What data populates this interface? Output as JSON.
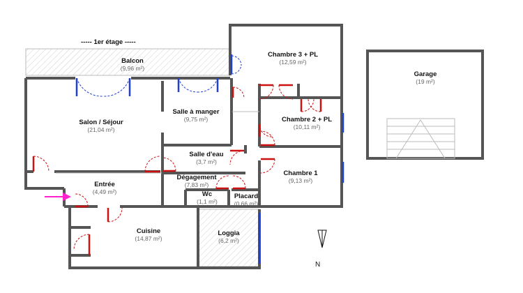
{
  "floor_title": "-----  1er étage  -----",
  "north_label": "N",
  "colors": {
    "wall": "#444444",
    "window": "#1f3fd6",
    "door": "#cc1111",
    "arrow": "#ff22cc",
    "hatch": "#cccccc"
  },
  "rooms": {
    "balcon": {
      "name": "Balcon",
      "area": "(9,96 m²)"
    },
    "chambre3": {
      "name": "Chambre 3 + PL",
      "area": "(12,59 m²)"
    },
    "garage": {
      "name": "Garage",
      "area": "(19 m²)"
    },
    "salon": {
      "name": "Salon / Séjour",
      "area": "(21,04 m²)"
    },
    "salle_manger": {
      "name": "Salle à manger",
      "area": "(9,75 m²)"
    },
    "chambre2": {
      "name": "Chambre 2 + PL",
      "area": "(10,11 m²)"
    },
    "salle_eau": {
      "name": "Salle d'eau",
      "area": "(3,7 m²)"
    },
    "chambre1": {
      "name": "Chambre 1",
      "area": "(9,13 m²)"
    },
    "entree": {
      "name": "Entrée",
      "area": "(4,49 m²)"
    },
    "degagement": {
      "name": "Dégagement",
      "area": "(7,83 m²)"
    },
    "wc": {
      "name": "Wc",
      "area": "(1,1 m²)"
    },
    "placard": {
      "name": "Placard",
      "area": "(0,66 m²)"
    },
    "cuisine": {
      "name": "Cuisine",
      "area": "(14,87 m²)"
    },
    "loggia": {
      "name": "Loggia",
      "area": "(6,2 m²)"
    }
  }
}
